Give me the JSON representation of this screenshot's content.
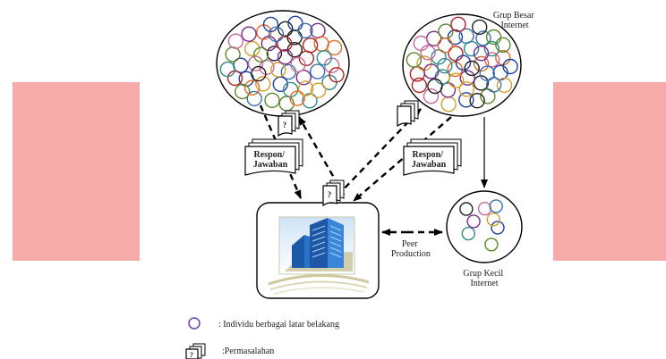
{
  "diagram": {
    "group_large_label": [
      "Grup Besar",
      "Internet"
    ],
    "group_small_label": [
      "Grup Kecil",
      "Internet"
    ],
    "response_label": [
      "Respon/",
      "Jawaban"
    ],
    "peer_label": [
      "Peer",
      "Production"
    ],
    "question_mark": "?",
    "legend": {
      "individual": ": Individu berbagai latar belakang",
      "problem": ":Permasalahan"
    }
  },
  "colors": {
    "banner": "#f6aaa9",
    "circle_palette": [
      "#b22222",
      "#1f3fa0",
      "#7b2a8c",
      "#2e8b8b",
      "#d2a028",
      "#5a8a2a",
      "#222222",
      "#c76a9a",
      "#3a6fb5",
      "#e06a2a"
    ],
    "building": "#1f5fb0"
  }
}
